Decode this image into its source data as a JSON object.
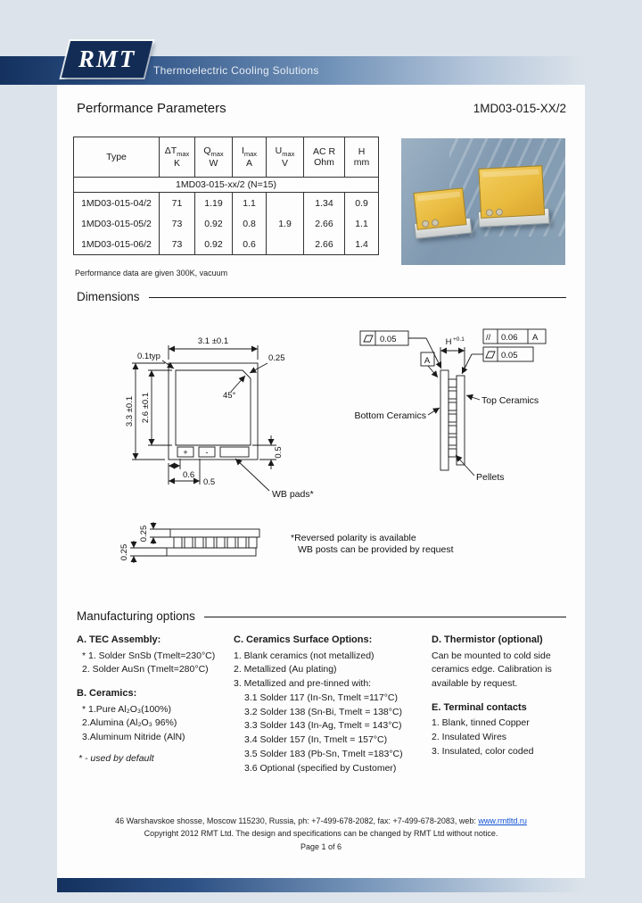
{
  "header": {
    "logo_text": "RMT",
    "tagline": "Thermoelectric Cooling Solutions"
  },
  "performance": {
    "title": "Performance Parameters",
    "part_number": "1MD03-015-XX/2",
    "note": "Performance data are given 300K, vacuum",
    "table": {
      "columns": [
        {
          "sym": "Type",
          "sub": "",
          "unit": ""
        },
        {
          "sym": "ΔT",
          "sub": "max",
          "unit": "K"
        },
        {
          "sym": "Q",
          "sub": "max",
          "unit": "W"
        },
        {
          "sym": "I",
          "sub": "max",
          "unit": "A"
        },
        {
          "sym": "U",
          "sub": "max",
          "unit": "V"
        },
        {
          "sym": "AC R",
          "sub": "",
          "unit": "Ohm"
        },
        {
          "sym": "H",
          "sub": "",
          "unit": "mm"
        }
      ],
      "group_row": "1MD03-015-xx/2 (N=15)",
      "umax_shared": "1.9",
      "rows": [
        {
          "type": "1MD03-015-04/2",
          "dtmax": "71",
          "qmax": "1.19",
          "imax": "1.1",
          "acr": "1.34",
          "h": "0.9"
        },
        {
          "type": "1MD03-015-05/2",
          "dtmax": "73",
          "qmax": "0.92",
          "imax": "0.8",
          "acr": "2.66",
          "h": "1.1"
        },
        {
          "type": "1MD03-015-06/2",
          "dtmax": "73",
          "qmax": "0.92",
          "imax": "0.6",
          "acr": "2.66",
          "h": "1.4"
        }
      ]
    }
  },
  "dimensions": {
    "title": "Dimensions",
    "labels": {
      "width_top": "3.1 ±0.1",
      "typ": "0.1typ",
      "corner_offset": "0.25",
      "chamfer_angle": "45°",
      "height_outer": "3.3 ±0.1",
      "height_inner": "2.6 ±0.1",
      "pad_height": "0.5",
      "pad_offset": "0.6",
      "pad_width": "0.5",
      "wb_pads": "WB pads*",
      "plus": "+",
      "minus": "-",
      "h_dim": "H",
      "h_tol": "+0.1",
      "flatness_bottom": "0.05",
      "parallelism_sym": "//",
      "parallelism": "0.06",
      "datum_ref": "A",
      "flatness_top": "0.05",
      "datum": "A",
      "top_ceramics": "Top Ceramics",
      "bottom_ceramics": "Bottom Ceramics",
      "pellets": "Pellets",
      "profile_top": "0.25",
      "profile_bottom": "0.25",
      "note1": "*Reversed polarity is available",
      "note2": "WB posts can be provided by request"
    }
  },
  "manufacturing": {
    "title": "Manufacturing options",
    "tec_assembly": {
      "title": "A. TEC Assembly:",
      "items": [
        "* 1. Solder SnSb (Tmelt=230°C)",
        "2. Solder AuSn (Tmelt=280°C)"
      ]
    },
    "ceramics": {
      "title": "B. Ceramics:",
      "items": [
        "* 1.Pure Al₂O₃(100%)",
        "2.Alumina (Al₂O₃ 96%)",
        "3.Aluminum Nitride (AlN)"
      ],
      "footnote": "* - used by default"
    },
    "surface": {
      "title": "C. Ceramics Surface Options:",
      "items": [
        "1. Blank ceramics (not metallized)",
        "2. Metallized (Au plating)",
        "3. Metallized and pre-tinned with:"
      ],
      "solders": [
        "3.1 Solder 117 (In-Sn, Tmelt =117°C)",
        "3.2 Solder 138 (Sn-Bi, Tmelt = 138°C)",
        "3.3 Solder 143 (In-Ag, Tmelt = 143°C)",
        "3.4 Solder 157 (In, Tmelt = 157°C)",
        "3.5 Solder 183 (Pb-Sn, Tmelt =183°C)",
        "3.6 Optional (specified by Customer)"
      ]
    },
    "thermistor": {
      "title": "D. Thermistor (optional)",
      "body": "Can be mounted to cold side ceramics edge. Calibration is available by request."
    },
    "terminals": {
      "title": "E. Terminal contacts",
      "items": [
        "1. Blank, tinned Copper",
        "2. Insulated Wires",
        "3. Insulated, color coded"
      ]
    }
  },
  "footer": {
    "address": "46 Warshavskoe shosse, Moscow 115230, Russia, ph: +7-499-678-2082, fax: +7-499-678-2083, web: ",
    "website": "www.rmtltd.ru",
    "copyright": "Copyright 2012 RMT Ltd. The design and specifications can be changed by RMT Ltd without notice.",
    "page": "Page 1 of 6"
  }
}
